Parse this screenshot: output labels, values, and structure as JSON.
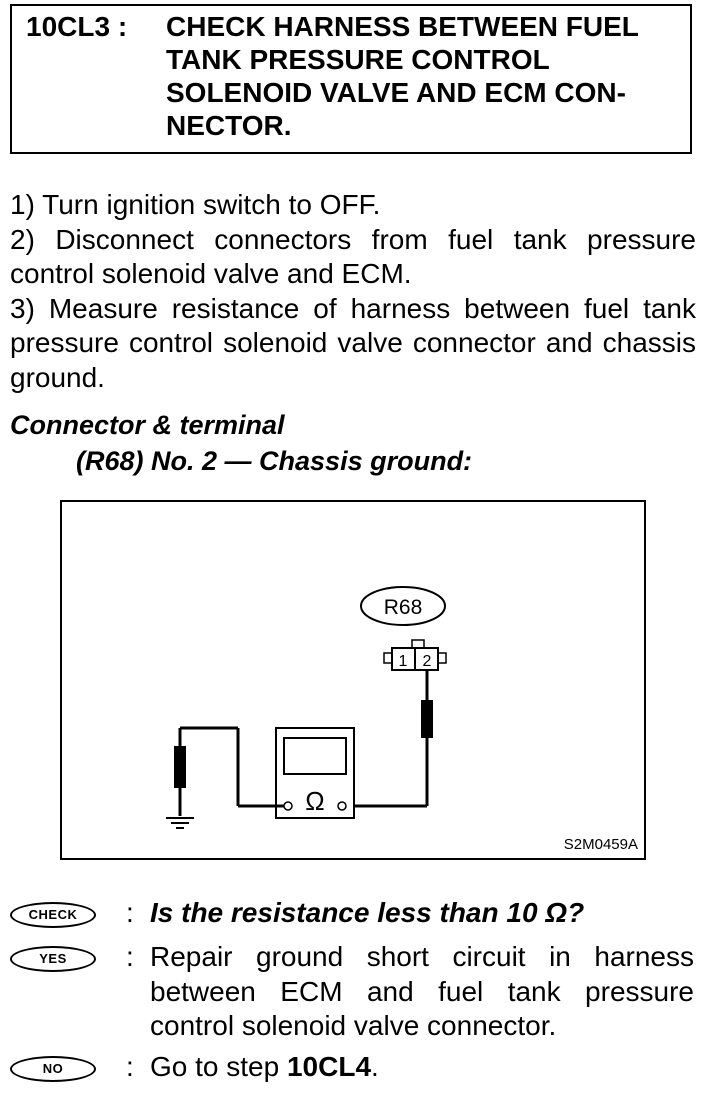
{
  "header": {
    "step_id": "10CL3 :",
    "title": "CHECK HARNESS BETWEEN FUEL TANK PRESSURE CONTROL SOLENOID VALVE AND ECM CON-NECTOR."
  },
  "instructions": [
    "1) Turn ignition switch to OFF.",
    "2) Disconnect connectors from fuel tank pressure control solenoid valve and ECM.",
    "3) Measure resistance of harness between fuel tank pressure control solenoid valve connector and chassis ground."
  ],
  "spec": {
    "label": "Connector & terminal",
    "value": "(R68) No. 2 — Chassis ground:"
  },
  "figure": {
    "connector_label": "R68",
    "terminal_1": "1",
    "terminal_2": "2",
    "meter_symbol": "Ω",
    "figure_code": "S2M0459A"
  },
  "responses": {
    "check": {
      "badge": "CHECK",
      "text": "Is the resistance less than 10 Ω?"
    },
    "yes": {
      "badge": "YES",
      "text": "Repair ground short circuit in harness between ECM and fuel tank pressure control solenoid valve connector."
    },
    "no": {
      "badge": "NO",
      "text_prefix": "Go to step ",
      "step_ref": "10CL4",
      "text_suffix": "."
    }
  }
}
